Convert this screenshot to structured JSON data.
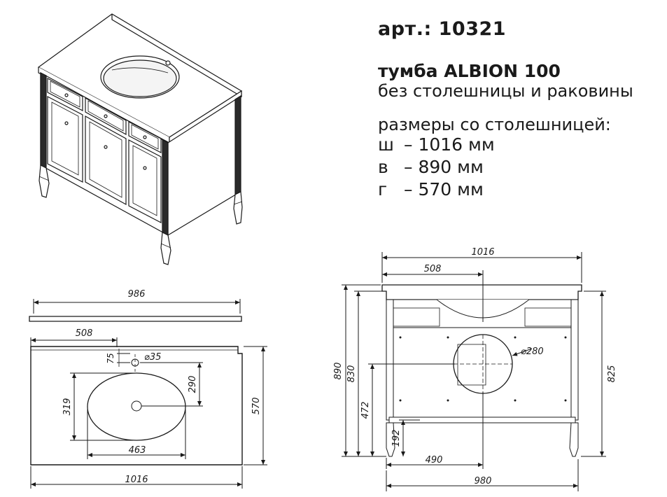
{
  "spec": {
    "article": "арт.: 10321",
    "model": "тумба  ALBION 100",
    "subtitle": "без столешницы и раковины",
    "sizes_title": "размеры со столешницей:",
    "dimensions": [
      {
        "key": "ш",
        "value": "– 1016  мм"
      },
      {
        "key": "в",
        "value": "– 890  мм"
      },
      {
        "key": "г",
        "value": "– 570  мм"
      }
    ]
  },
  "top_view_side": {
    "width_label": "986"
  },
  "top_view": {
    "offset_label": "508",
    "tap_offset_label": "75",
    "tap_hole_label": "⌀35",
    "drain_offset_label": "290",
    "bowl_depth_label": "319",
    "bowl_width_label": "463",
    "depth_label": "570",
    "width_label": "1016"
  },
  "front_view": {
    "width_top_label": "1016",
    "offset_label": "508",
    "height_total_label": "890",
    "height_body_label": "830",
    "height_hole_label": "472",
    "leg_height_label": "192",
    "hole_offset_label": "490",
    "width_bottom_label": "980",
    "right_height_label": "825",
    "hole_diameter_label": "⌀280"
  }
}
